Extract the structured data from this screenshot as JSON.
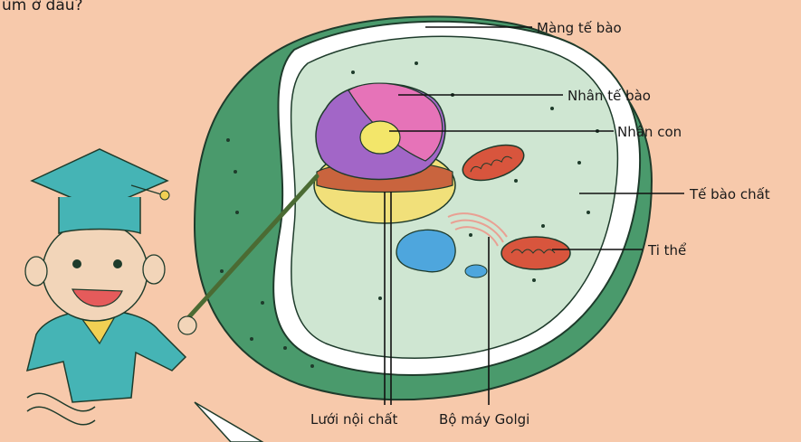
{
  "question": "ùm ở đâu?",
  "labels": {
    "membrane": "Màng tế bào",
    "nucleus": "Nhân tế bào",
    "nucleolus": "Nhân con",
    "cytoplasm": "Tế bào chất",
    "mitochondria": "Ti thể",
    "er": "Lưới nội chất",
    "golgi": "Bộ máy Golgi"
  },
  "colors": {
    "background": "#f7c9ab",
    "cell_wall_outer": "#4a9a6c",
    "cytoplasm": "#cfe6d2",
    "nucleus": "#e673b8",
    "nucleolus": "#f3e66a",
    "mitochondria": "#d8553d",
    "vacuole": "#4ea6dd"
  }
}
